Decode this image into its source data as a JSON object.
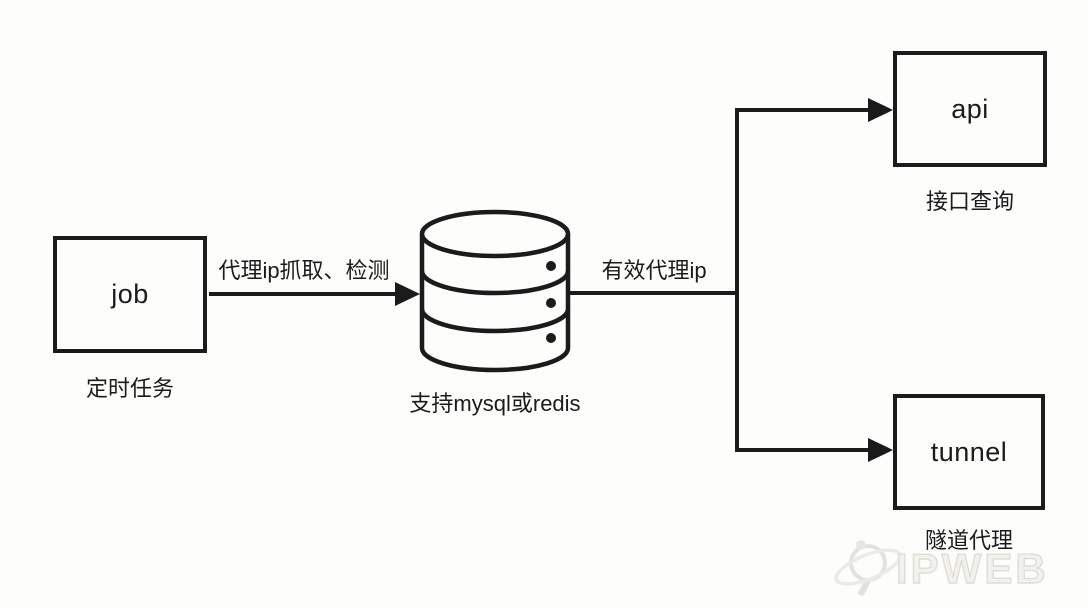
{
  "diagram": {
    "nodes": {
      "job": {
        "label": "job",
        "caption": "定时任务"
      },
      "db": {
        "caption": "支持mysql或redis"
      },
      "api": {
        "label": "api",
        "caption": "接口查询"
      },
      "tunnel": {
        "label": "tunnel",
        "caption": "隧道代理"
      }
    },
    "edges": {
      "job_to_db": {
        "label": "代理ip抓取、检测"
      },
      "db_to_branch": {
        "label": "有效代理ip"
      }
    },
    "colors": {
      "line": "#1b1b1b",
      "background": "#fdfdfb",
      "watermark": "#e6e4df"
    },
    "watermark": {
      "text": "IPWEB"
    }
  }
}
